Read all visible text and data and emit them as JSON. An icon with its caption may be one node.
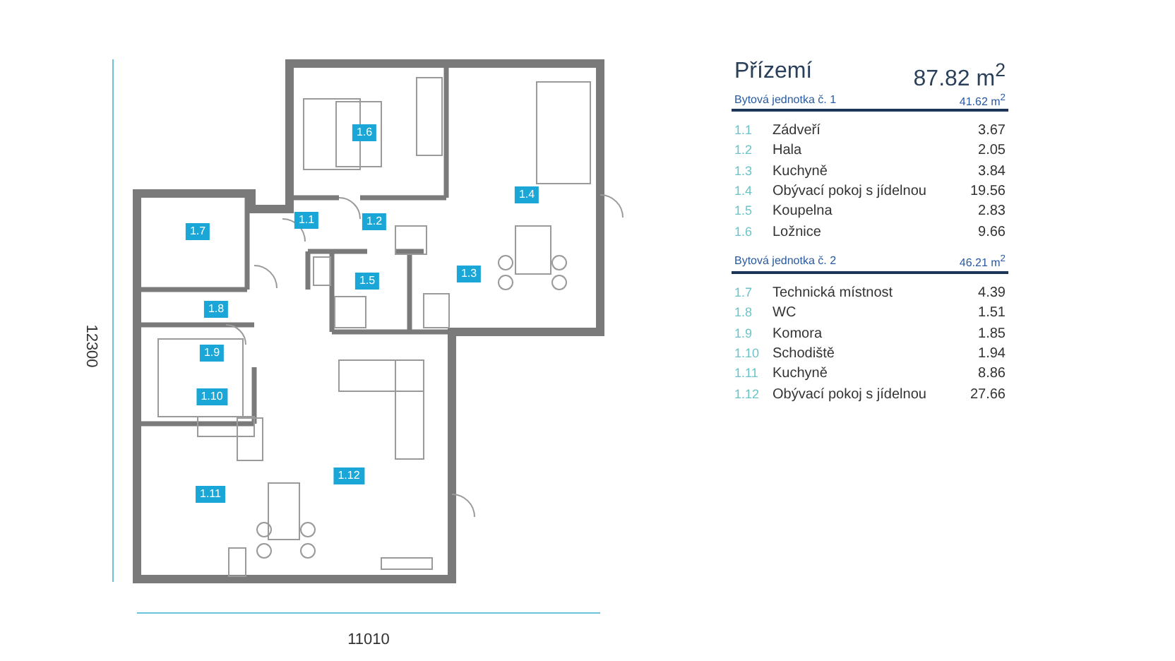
{
  "diagram": {
    "labels": [
      "1.6",
      "1.7",
      "1.1",
      "1.2",
      "1.4",
      "1.5",
      "1.3",
      "1.8",
      "1.9",
      "1.10",
      "1.12",
      "1.11",
      "12300",
      "11010",
      "Přízemí",
      "87.82 m$^{2}$",
      "Bytová jednotka č. 1",
      "41.62 m$^{2}$",
      "1.1",
      "Zádveří",
      "3.67",
      "1.2",
      "Hala",
      "2.05",
      "1.3",
      "Kuchyně",
      "3.84",
      "1.4",
      "Obývací pokoj s jídelnou",
      "19.56",
      "1.5",
      "Koupelna",
      "2.83",
      "1.6",
      "Ložnice",
      "9.66",
      "Bytová jednotka č. 2",
      "46.21 m$^{2}$",
      "1.7",
      "Technická místnost",
      "4.39",
      "1.8",
      "WC",
      "1.51",
      "1.9",
      "Komora",
      "1.85",
      "1.10",
      "Schodiště",
      "1.94",
      "1.11",
      "Kuchyně",
      "8.86",
      "1.12",
      "Obývací pokoj s jídelnou",
      "27.66"
    ]
  }
}
